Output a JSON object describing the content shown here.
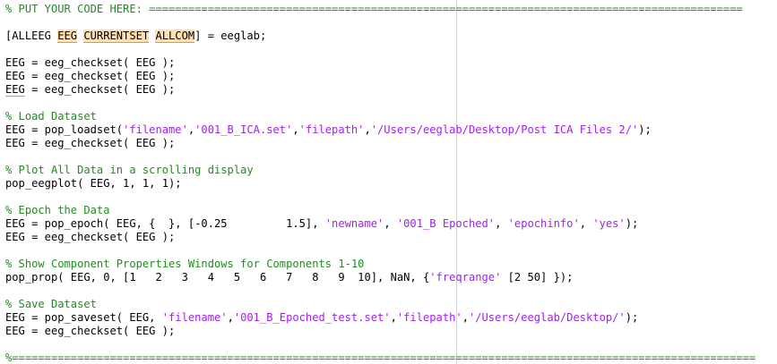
{
  "editor": {
    "colors": {
      "background": "#ffffff",
      "text": "#000000",
      "comment": "#228b22",
      "string": "#a020f0",
      "warning_highlight": "#ffe0b2",
      "warning_underline": "#ff9800",
      "right_margin_line": "#d6d6d6"
    },
    "lines": [
      [
        {
          "t": "% PUT YOUR CODE HERE: ===========================================================================================",
          "c": "comment"
        }
      ],
      [],
      [
        {
          "t": "[ALLEEG "
        },
        {
          "t": "EEG",
          "c": "hl-warn"
        },
        {
          "t": " "
        },
        {
          "t": "CURRENTSET",
          "c": "hl-warn"
        },
        {
          "t": " "
        },
        {
          "t": "ALLCOM",
          "c": "hl-warn"
        },
        {
          "t": "] = eeglab;"
        }
      ],
      [],
      [
        {
          "t": "EEG = eeg_checkset( EEG );"
        }
      ],
      [
        {
          "t": "EEG = eeg_checkset( EEG );"
        }
      ],
      [
        {
          "t": "EEG",
          "c": "mark-warn"
        },
        {
          "t": " = eeg_checkset( EEG );"
        }
      ],
      [],
      [
        {
          "t": "% Load Dataset",
          "c": "comment"
        }
      ],
      [
        {
          "t": "EEG = pop_loadset("
        },
        {
          "t": "'filename'",
          "c": "string"
        },
        {
          "t": ","
        },
        {
          "t": "'001_B_ICA.set'",
          "c": "string"
        },
        {
          "t": ","
        },
        {
          "t": "'filepath'",
          "c": "string"
        },
        {
          "t": ","
        },
        {
          "t": "'/Users/eeglab/Desktop/Post ICA Files 2/'",
          "c": "string"
        },
        {
          "t": ");"
        }
      ],
      [
        {
          "t": "EEG = eeg_checkset( EEG );"
        }
      ],
      [],
      [
        {
          "t": "% Plot All Data in a scrolling display",
          "c": "comment"
        }
      ],
      [
        {
          "t": "pop_eegplot( EEG, 1, 1, 1);"
        }
      ],
      [],
      [
        {
          "t": "% Epoch the Data",
          "c": "comment"
        }
      ],
      [
        {
          "t": "EEG = pop_epoch( EEG, {  }, [-0.25         1.5], "
        },
        {
          "t": "'newname'",
          "c": "string"
        },
        {
          "t": ", "
        },
        {
          "t": "'001_B Epoched'",
          "c": "string"
        },
        {
          "t": ", "
        },
        {
          "t": "'epochinfo'",
          "c": "string"
        },
        {
          "t": ", "
        },
        {
          "t": "'yes'",
          "c": "string"
        },
        {
          "t": ");"
        }
      ],
      [
        {
          "t": "EEG = eeg_checkset( EEG );"
        }
      ],
      [],
      [
        {
          "t": "% Show Component Properties Windows for Components 1-10",
          "c": "comment"
        }
      ],
      [
        {
          "t": "pop_prop( EEG, 0, [1   2   3   4   5   6   7   8   9  10], NaN, {"
        },
        {
          "t": "'freqrange'",
          "c": "string"
        },
        {
          "t": " [2 50] });"
        }
      ],
      [],
      [
        {
          "t": "% Save Dataset",
          "c": "comment"
        }
      ],
      [
        {
          "t": "EEG = pop_saveset( EEG, "
        },
        {
          "t": "'filename'",
          "c": "string"
        },
        {
          "t": ","
        },
        {
          "t": "'001_B_Epoched_test.set'",
          "c": "string"
        },
        {
          "t": ","
        },
        {
          "t": "'filepath'",
          "c": "string"
        },
        {
          "t": ","
        },
        {
          "t": "'/Users/eeglab/Desktop/'",
          "c": "string"
        },
        {
          "t": ");"
        }
      ],
      [
        {
          "t": "EEG = eeg_checkset( EEG );"
        }
      ],
      [],
      [
        {
          "t": "%==================================================================================================================",
          "c": "comment"
        }
      ]
    ]
  }
}
